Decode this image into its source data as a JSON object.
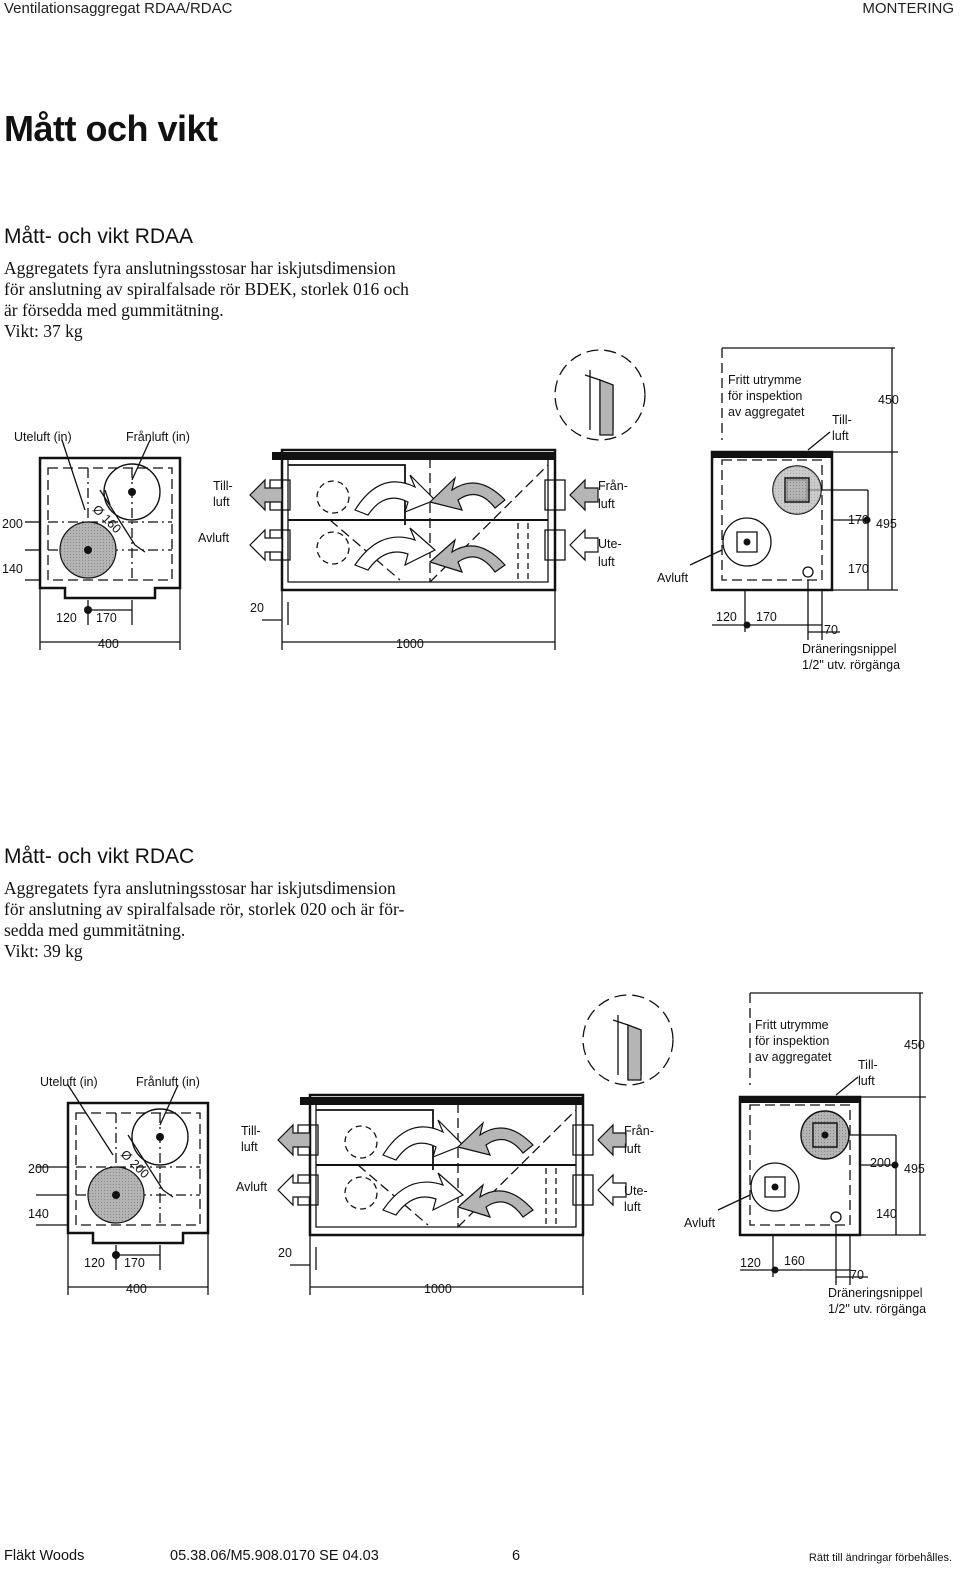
{
  "header": {
    "left": "Ventilationsaggregat RDAA/RDAC",
    "right": "MONTERING"
  },
  "page_title": "Mått och vikt",
  "sections": [
    {
      "heading": "Mått- och vikt RDAA",
      "lines": [
        "Aggregatets fyra anslutningsstosar har iskjutsdimension",
        "för anslutning av spiralfalsade rör BDEK, storlek 016 och",
        "är försedda med gummitätning.",
        "Vikt: 37 kg"
      ],
      "drawing": {
        "uteluft_in": "Uteluft (in)",
        "franluft_in": "Frånluft (in)",
        "diameter": "Ø 160",
        "dim_200": "200",
        "dim_140": "140",
        "dim_120": "120",
        "dim_170": "170",
        "dim_400": "400",
        "dim_20": "20",
        "dim_1000": "1000",
        "till_1": "Till-",
        "till_2": "luft",
        "avluft": "Avluft",
        "fran_1": "Från-",
        "fran_2": "luft",
        "ute_1": "Ute-",
        "ute_2": "luft",
        "fritt_1": "Fritt utrymme",
        "fritt_2": "för inspektion",
        "fritt_3": "av aggregatet",
        "side_till_1": "Till-",
        "side_till_2": "luft",
        "dim_450": "450",
        "side_170a": "170",
        "side_495": "495",
        "side_170b": "170",
        "side_avluft": "Avluft",
        "side_120": "120",
        "side_170c": "170",
        "side_70": "70",
        "dran_1": "Dräneringsnippel",
        "dran_2": "1/2\" utv. rörgänga"
      }
    },
    {
      "heading": "Mått- och vikt RDAC",
      "lines": [
        "Aggregatets fyra anslutningsstosar har iskjutsdimension",
        "för anslutning av spiralfalsade rör, storlek 020 och är för-",
        "sedda med gummitätning.",
        "Vikt: 39 kg"
      ],
      "drawing": {
        "uteluft_in": "Uteluft (in)",
        "franluft_in": "Frånluft (in)",
        "diameter": "Ø 200",
        "dim_200": "200",
        "dim_140": "140",
        "dim_120": "120",
        "dim_170": "170",
        "dim_400": "400",
        "dim_20": "20",
        "dim_1000": "1000",
        "till_1": "Till-",
        "till_2": "luft",
        "avluft": "Avluft",
        "fran_1": "Från-",
        "fran_2": "luft",
        "ute_1": "Ute-",
        "ute_2": "luft",
        "fritt_1": "Fritt utrymme",
        "fritt_2": "för inspektion",
        "fritt_3": "av aggregatet",
        "side_till_1": "Till-",
        "side_till_2": "luft",
        "dim_450": "450",
        "side_170a": "200",
        "side_495": "495",
        "side_170b": "140",
        "side_avluft": "Avluft",
        "side_120": "120",
        "side_170c": "160",
        "side_70": "70",
        "dran_1": "Dräneringsnippel",
        "dran_2": "1/2\" utv. rörgänga"
      }
    }
  ],
  "footer": {
    "brand": "Fläkt Woods",
    "code": "05.38.06/M5.908.0170 SE  04.03",
    "page": "6",
    "rights": "Rätt till ändringar förbehålles."
  }
}
